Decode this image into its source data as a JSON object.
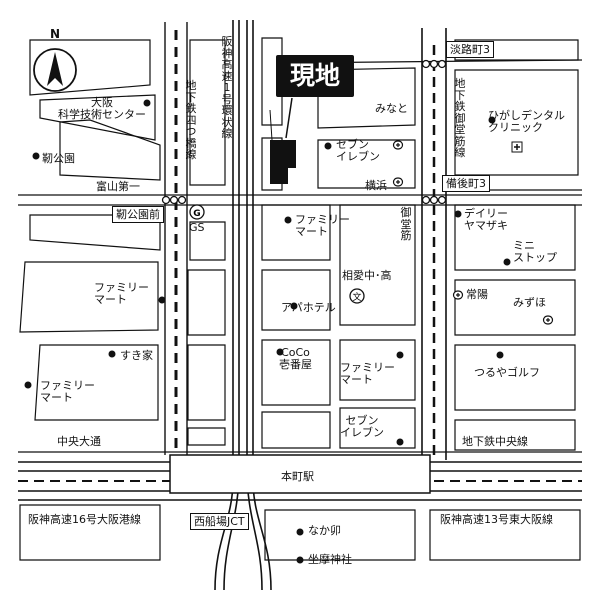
{
  "labels": {
    "genchi": "現地",
    "hanshin_kanjo": "阪神高速1号環状線",
    "yotsubashi_line": "地下鉄四つ橋線",
    "osaka_science": "大阪\n科学技術センター",
    "utsubo_park": "靭公園",
    "tomiyama": "富山第一",
    "utsubo_mae": "靭公園前",
    "gs": "GS",
    "awajimachi": "淡路町3",
    "bingomachi": "備後町3",
    "mido_line": "地下鉄御堂筋線",
    "minato": "みなと",
    "higashi_dental": "ひがしデンタル\nクリニック",
    "seven_top": "セブン\nイレブン",
    "yokohama": "横浜",
    "midosuji": "御堂筋",
    "daily": "デイリー\nヤマザキ",
    "familymart_center": "ファミリー\nマート",
    "mini_stop": "ミニ\nストップ",
    "aiai_high": "相愛中･高",
    "jouyou": "常陽",
    "mizuho": "みずほ",
    "familymart_left": "ファミリー\nマート",
    "apa_hotel": "アパホテル",
    "sukiya": "すき家",
    "coco": "CoCo\n壱番屋",
    "familymart_mid": "ファミリー\nマート",
    "tsuruya": "つるやゴルフ",
    "familymart_lower": "ファミリー\nマート",
    "seven_low": "セブン\nイレブン",
    "chuo_odori": "中央大通",
    "chuo_line": "地下鉄中央線",
    "honmachi": "本町駅",
    "hanshin16": "阪神高速16号大阪港線",
    "hanshin13": "阪神高速13号東大阪線",
    "nishisenba": "西船場JCT",
    "nakau": "なか卯",
    "zamajinja": "坐摩神社",
    "north": "N"
  },
  "icons": [
    "north-arrow-icon",
    "shrine-icon",
    "bank-icon",
    "school-icon",
    "clinic-icon",
    "gas-station-icon",
    "traffic-signal-icon"
  ]
}
